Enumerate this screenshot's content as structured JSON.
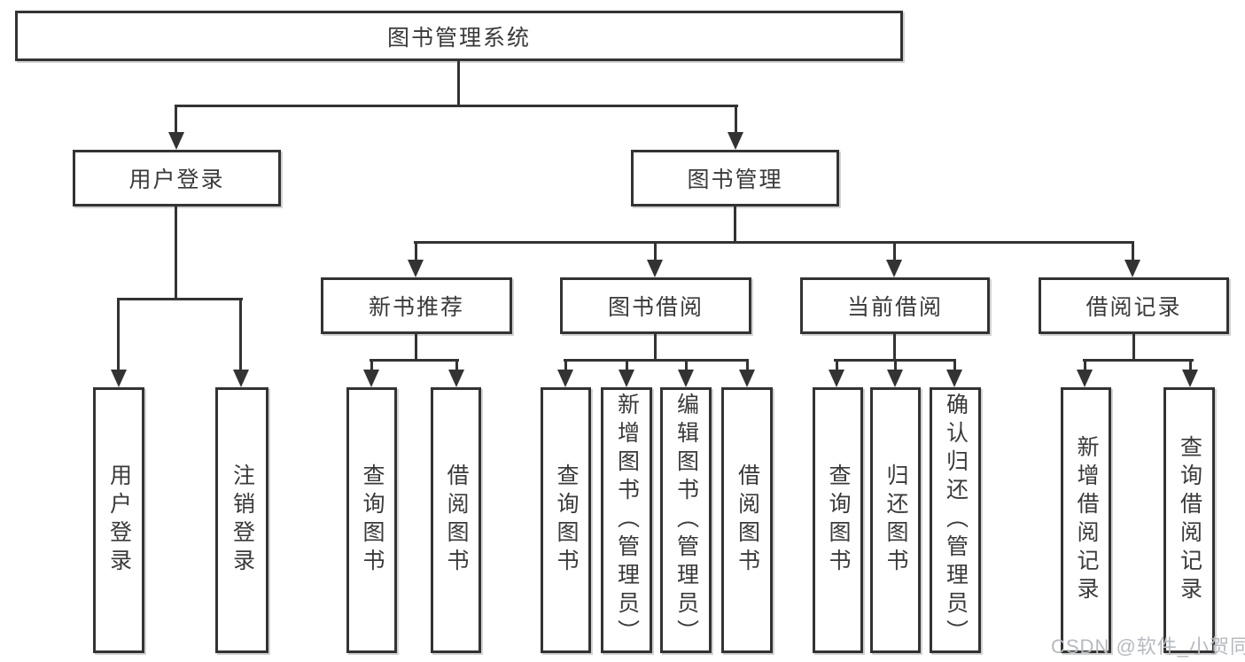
{
  "diagram": {
    "root": "图书管理系统",
    "level2": {
      "user_login": "用户登录",
      "book_mgmt": "图书管理"
    },
    "level3": {
      "new_book": "新书推荐",
      "book_borrow": "图书借阅",
      "current_borrow": "当前借阅",
      "borrow_record": "借阅记录"
    },
    "leaves": {
      "user_login": [
        "用户登录",
        "注销登录"
      ],
      "new_book": [
        "查询图书",
        "借阅图书"
      ],
      "book_borrow": [
        "查询图书",
        "新增图书（管理员）",
        "编辑图书（管理员）",
        "借阅图书"
      ],
      "current_borrow": [
        "查询图书",
        "归还图书",
        "确认归还（管理员）"
      ],
      "borrow_record": [
        "新增借阅记录",
        "查询借阅记录"
      ]
    }
  },
  "watermark": "CSDN @软件_小贺同学",
  "colors": {
    "line": "#333333",
    "text": "#3a3a3a",
    "background": "#ffffff",
    "watermark": "#b5bac0"
  }
}
